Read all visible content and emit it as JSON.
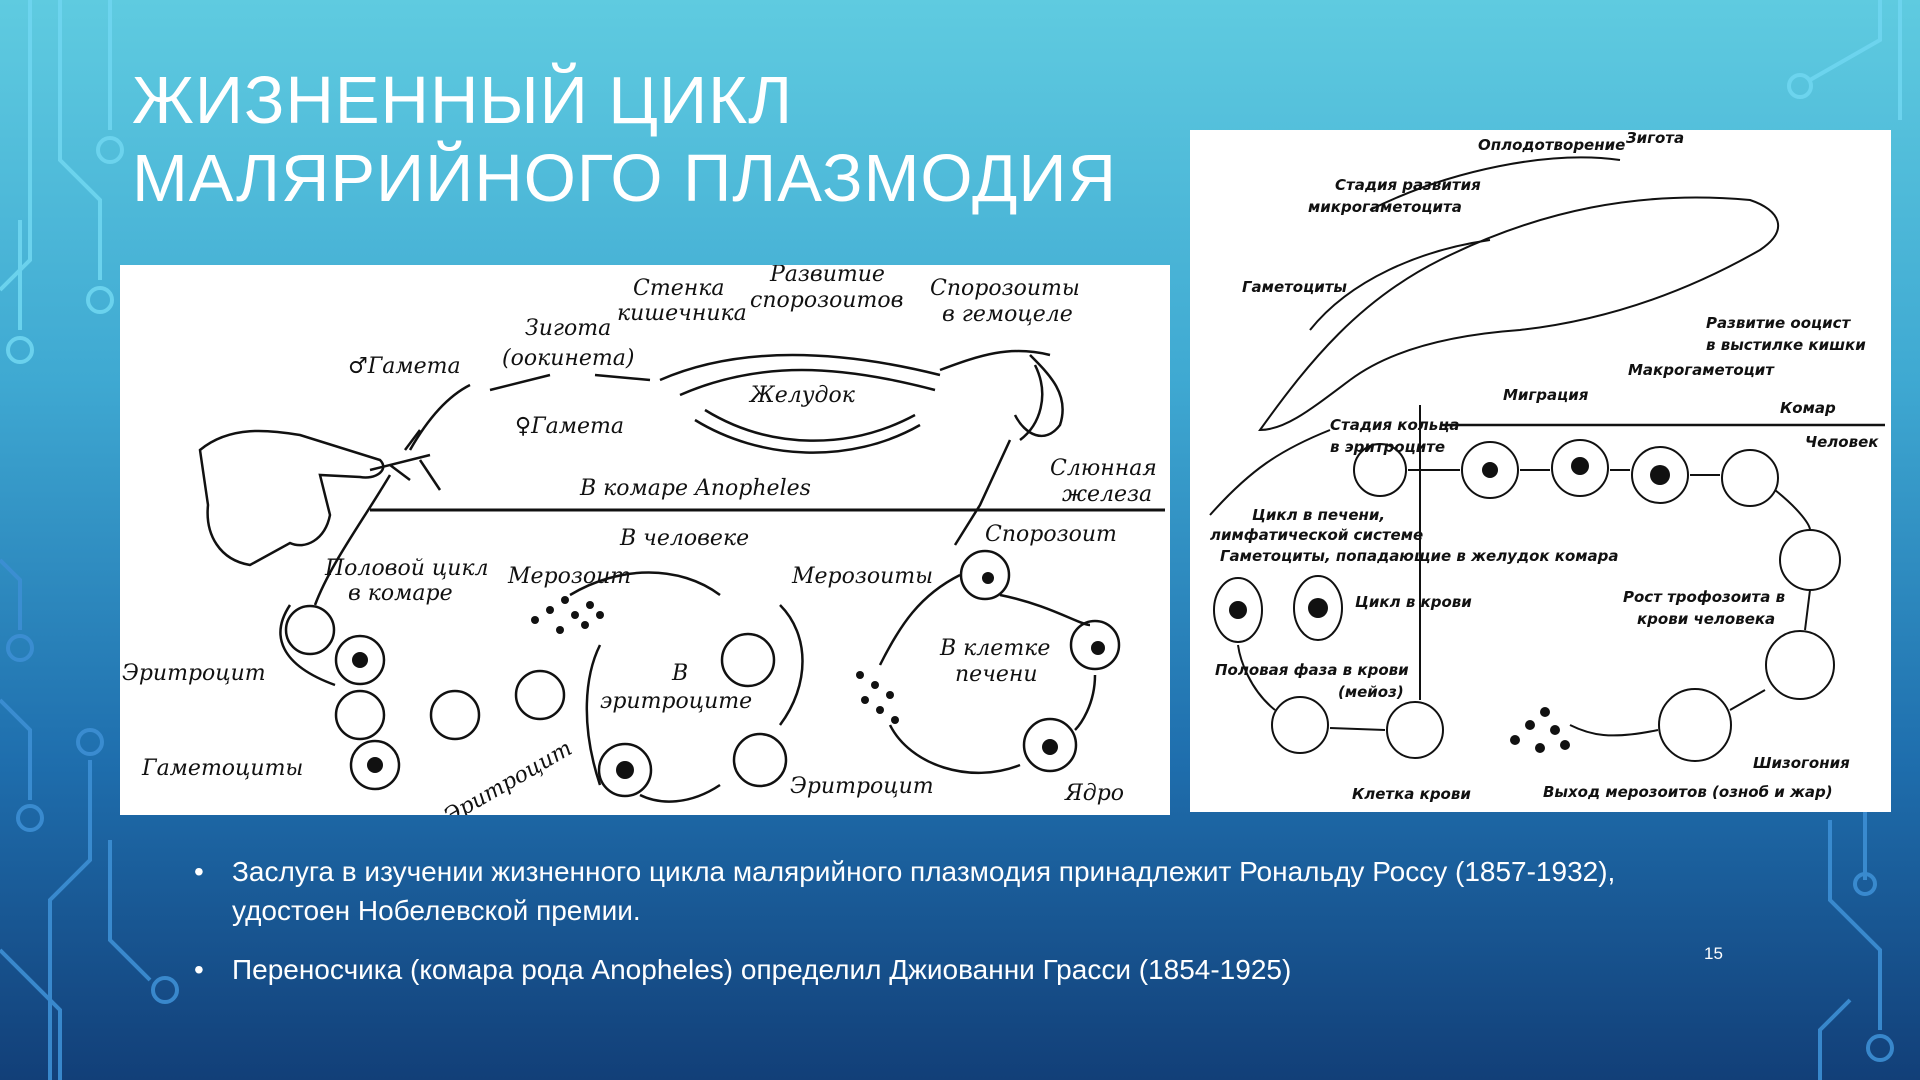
{
  "slide": {
    "title_line1": "ЖИЗНЕННЫЙ ЦИКЛ",
    "title_line2": "МАЛЯРИЙНОГО ПЛАЗМОДИЯ",
    "page_number": "15"
  },
  "bullets": [
    {
      "marker": "•",
      "text": "Заслуга в изучении жизненного цикла малярийного плазмодия принадлежит Рональду Россу (1857-1932), удостоен Нобелевской премии."
    },
    {
      "marker": "•",
      "text": "Переносчика (комара рода Anopheles) определил Джиованни Грасси (1854-1925)"
    }
  ],
  "diagram_left": {
    "labels": {
      "male_gamete": "♂Гамета",
      "zygote": "Зигота",
      "ookinete": "(оокинета)",
      "gut_wall_1": "Стенка",
      "gut_wall_2": "кишечника",
      "sporozoite_dev_1": "Развитие",
      "sporozoite_dev_2": "спорозоитов",
      "hemocoel_1": "Спорозоиты",
      "hemocoel_2": "в гемоцеле",
      "female_gamete": "♀Гамета",
      "stomach": "Желудок",
      "salivary_1": "Слюнная",
      "salivary_2": "железа",
      "in_mosquito": "В комаре Anopheles",
      "in_human": "В человеке",
      "sporozoite": "Спорозоит",
      "sexual_cycle_1": "Половой цикл",
      "sexual_cycle_2": "в комаре",
      "merozoite": "Мерозоит",
      "merozoites": "Мерозоиты",
      "in_liver_1": "В клетке",
      "in_liver_2": "печени",
      "erythrocyte_1": "Эритроцит",
      "in_erythro_1": "В",
      "in_erythro_2": "эритроците",
      "gametocytes": "Гаметоциты",
      "erythrocyte_2": "Эритроцит",
      "erythrocyte_3": "Эритроцит",
      "nucleus": "Ядро"
    }
  },
  "diagram_right": {
    "labels": {
      "fertilization": "Оплодотворение",
      "zygote": "Зигота",
      "microgametocyte_1": "Стадия развития",
      "microgametocyte_2": "микрогаметоцита",
      "gametocytes": "Гаметоциты",
      "oocyst_1": "Развитие ооцист",
      "oocyst_2": "в выстилке кишки",
      "macrogametocyte": "Макрогаметоцит",
      "migration": "Миграция",
      "mosquito": "Комар",
      "ring_1": "Стадия кольца",
      "ring_2": "в эритроците",
      "human": "Человек",
      "liver_1": "Цикл в печени,",
      "liver_2": "лимфатической системе",
      "to_stomach": "Гаметоциты, попадающие в желудок комара",
      "blood_cycle": "Цикл в крови",
      "trophozoite_1": "Рост трофозоита в",
      "trophozoite_2": "крови человека",
      "sexual_phase_1": "Половая фаза в крови",
      "sexual_phase_2": "(мейоз)",
      "schizogony": "Шизогония",
      "blood_cell": "Клетка крови",
      "merozoite_exit": "Выход мерозоитов (озноб и жар)"
    }
  }
}
